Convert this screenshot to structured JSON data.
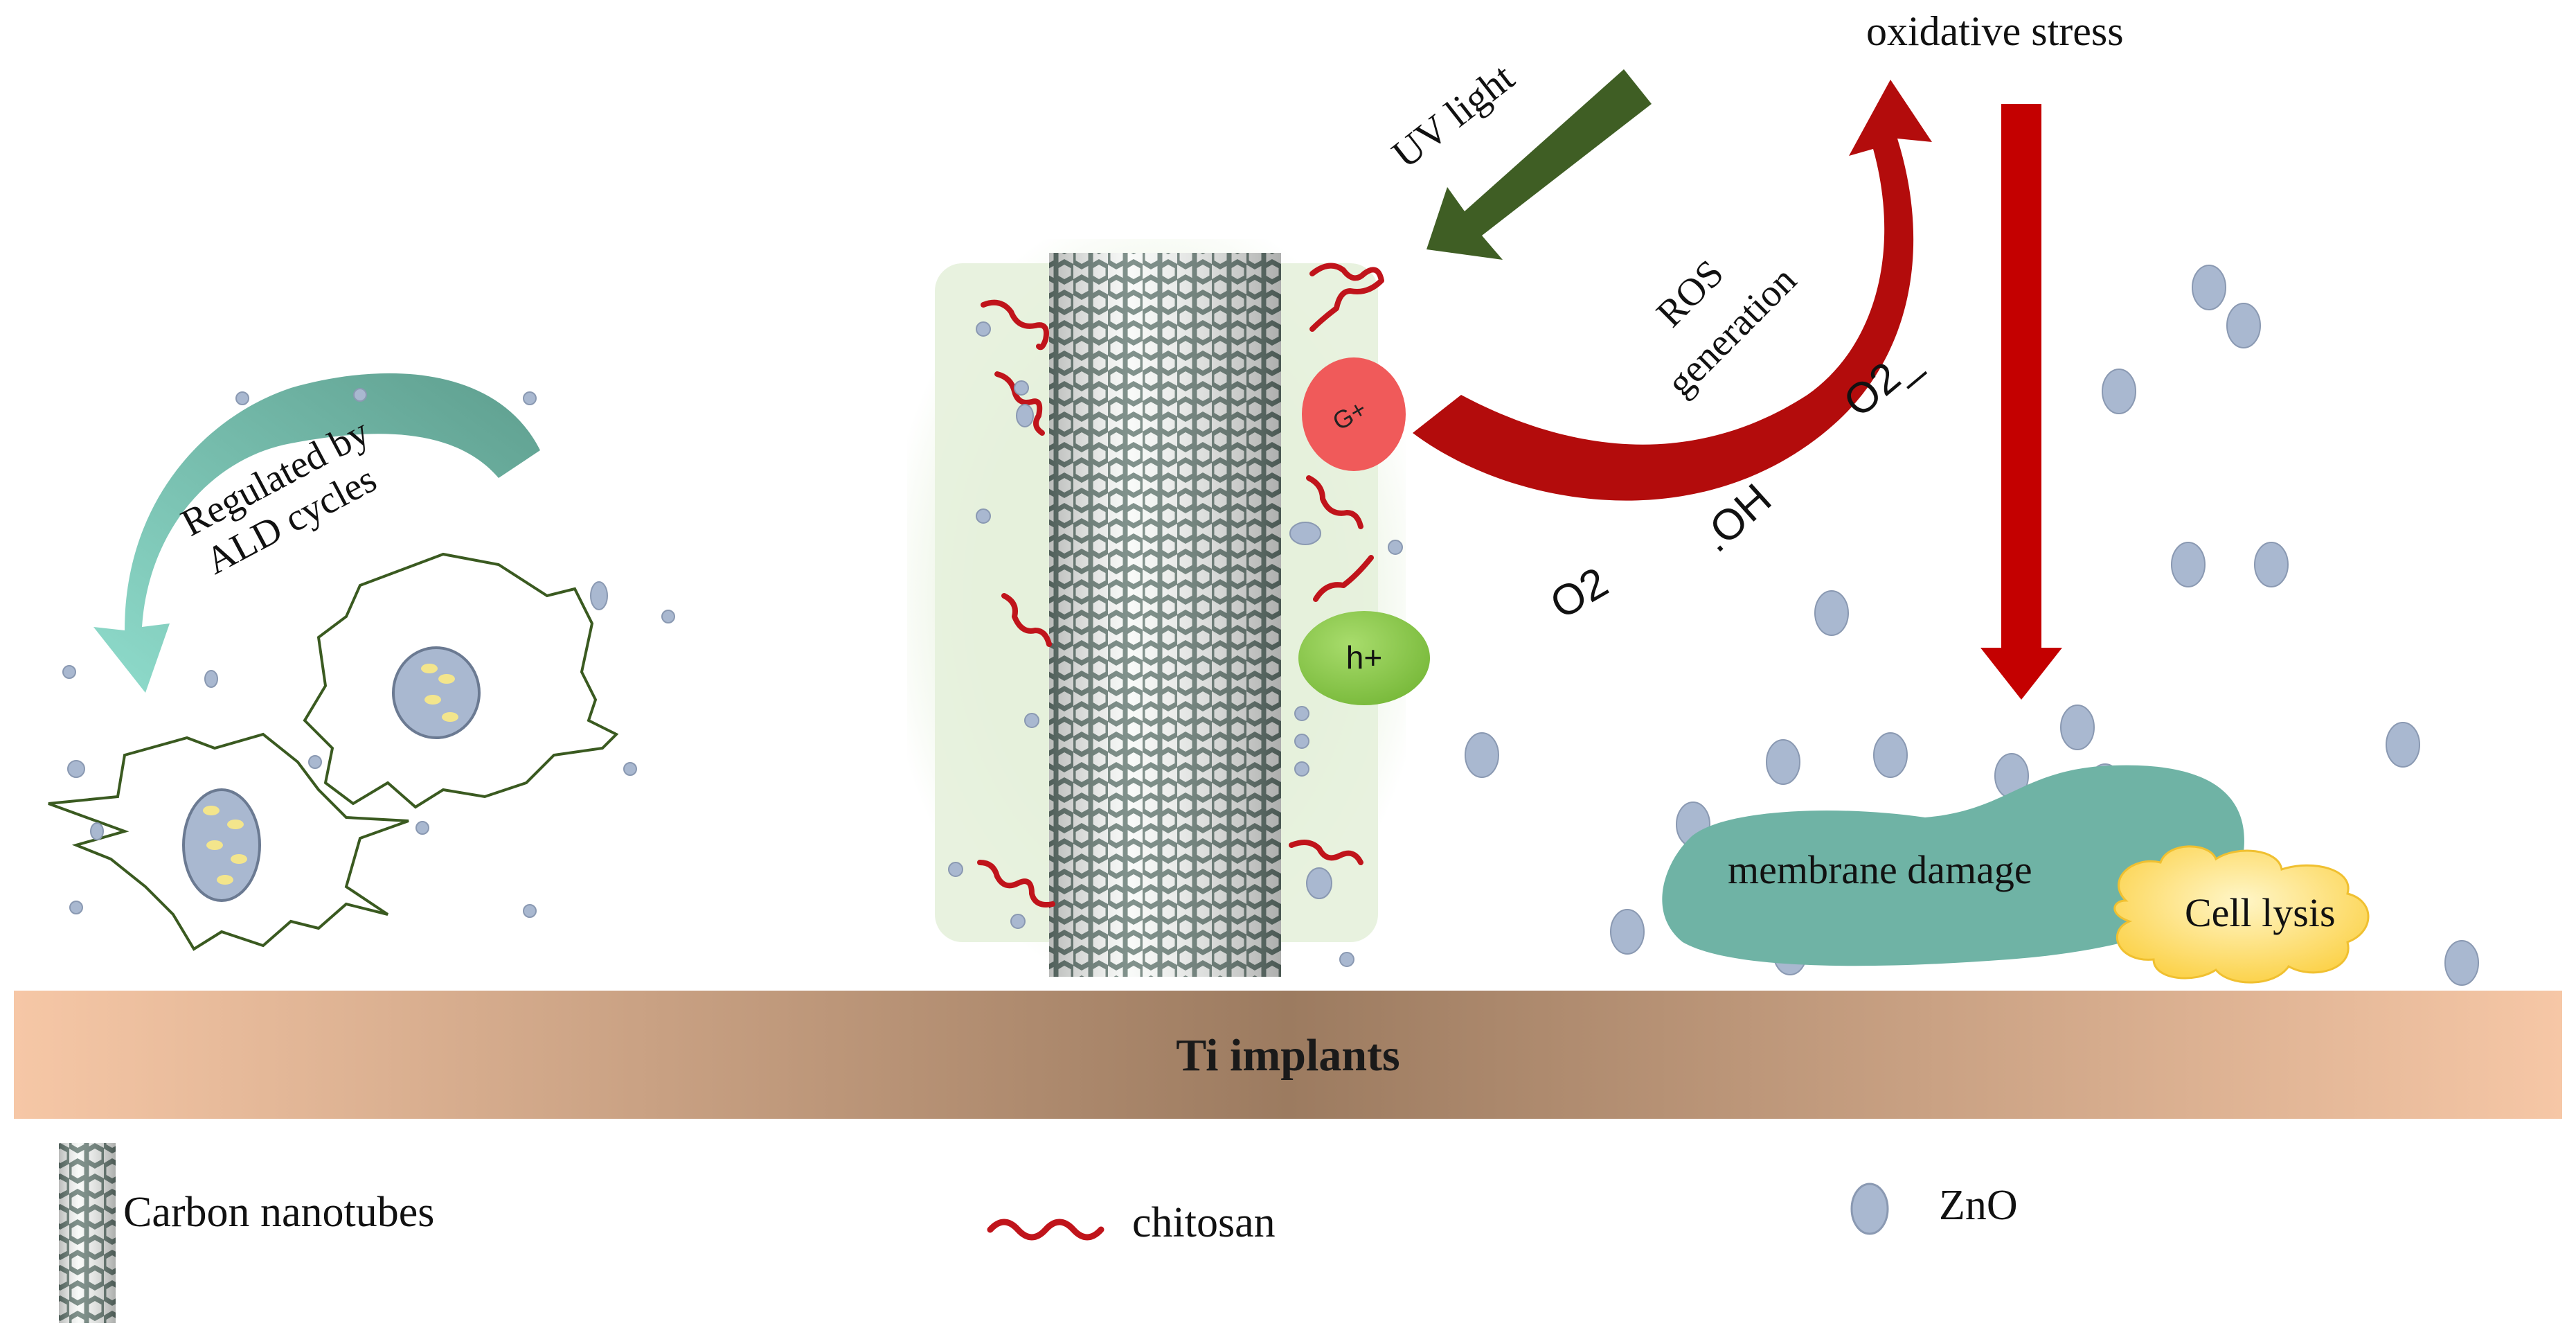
{
  "labels": {
    "regulated_line1": "Regulated by",
    "regulated_line2": "ALD cycles",
    "uv_light": "UV light",
    "oxidative_stress": "oxidative stress",
    "ros_line1": "ROS",
    "ros_line2": "generation",
    "o2_minus": "O2_",
    "oh": ".OH",
    "o2": "O2",
    "electron": "G+",
    "hole": "h+",
    "membrane_damage": "membrane damage",
    "cell_lysis": "Cell lysis",
    "ti_implants": "Ti implants"
  },
  "legend": {
    "cnt": "Carbon nanotubes",
    "chitosan": "chitosan",
    "zno": "ZnO"
  },
  "colors": {
    "ros_arrow": "#b30c0c",
    "stress_arrow": "#c40000",
    "uv_arrow": "#3f5e24",
    "ald_arrow_dark": "#5e9e8e",
    "ald_arrow_light": "#8cd8c8",
    "chitosan": "#c0141b",
    "zno": "#a9b8d0",
    "electron": "#f05a5a",
    "hole": "#8bc94a",
    "membrane": "#6fb3a5",
    "lysis": "#fcd34d",
    "ti_bar_edge": "#f5c9a8",
    "ti_bar_center": "#9c7b60",
    "cell_outline": "#3a5a20"
  }
}
